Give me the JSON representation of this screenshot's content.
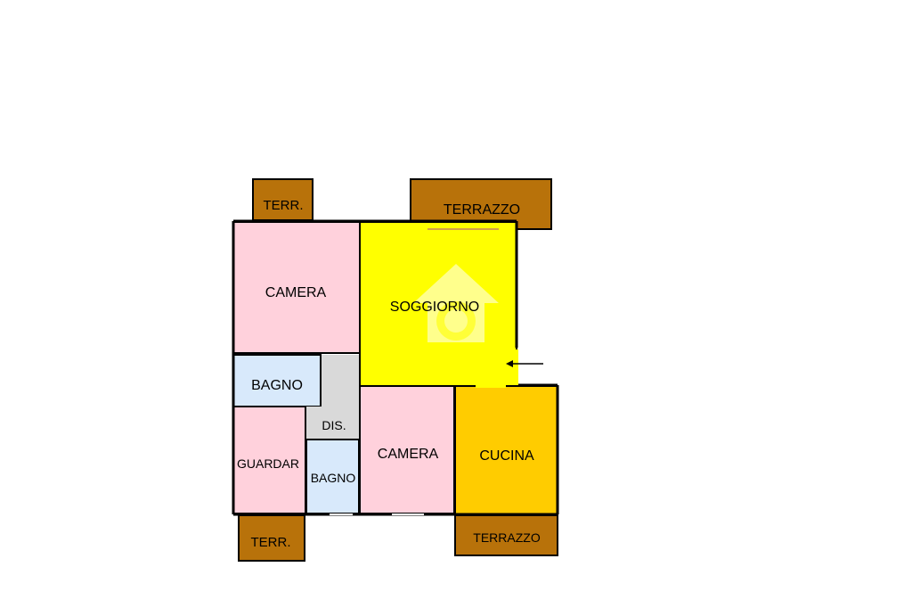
{
  "colors": {
    "terrace": "#b8720a",
    "bedroom": "#ffd1dc",
    "living": "#ffff00",
    "bathroom": "#d8e9fb",
    "corridor": "#d9d9d9",
    "kitchen": "#ffcc00",
    "wall": "#000000",
    "watermark": "#ffffff"
  },
  "rooms": {
    "terr_top": "TERR.",
    "terrazzo_top": "TERRAZZO",
    "camera_top": "CAMERA",
    "soggiorno": "SOGGIORNO",
    "bagno_top": "BAGNO",
    "dis": "DIS.",
    "guardar": "GUARDAR",
    "bagno_bottom": "BAGNO",
    "camera_bottom": "CAMERA",
    "cucina": "CUCINA",
    "terr_bottom": "TERR.",
    "terrazzo_bottom": "TERRAZZO"
  },
  "icons": {
    "entrance": "entrance-arrow-icon",
    "watermark": "house-watermark-icon"
  }
}
